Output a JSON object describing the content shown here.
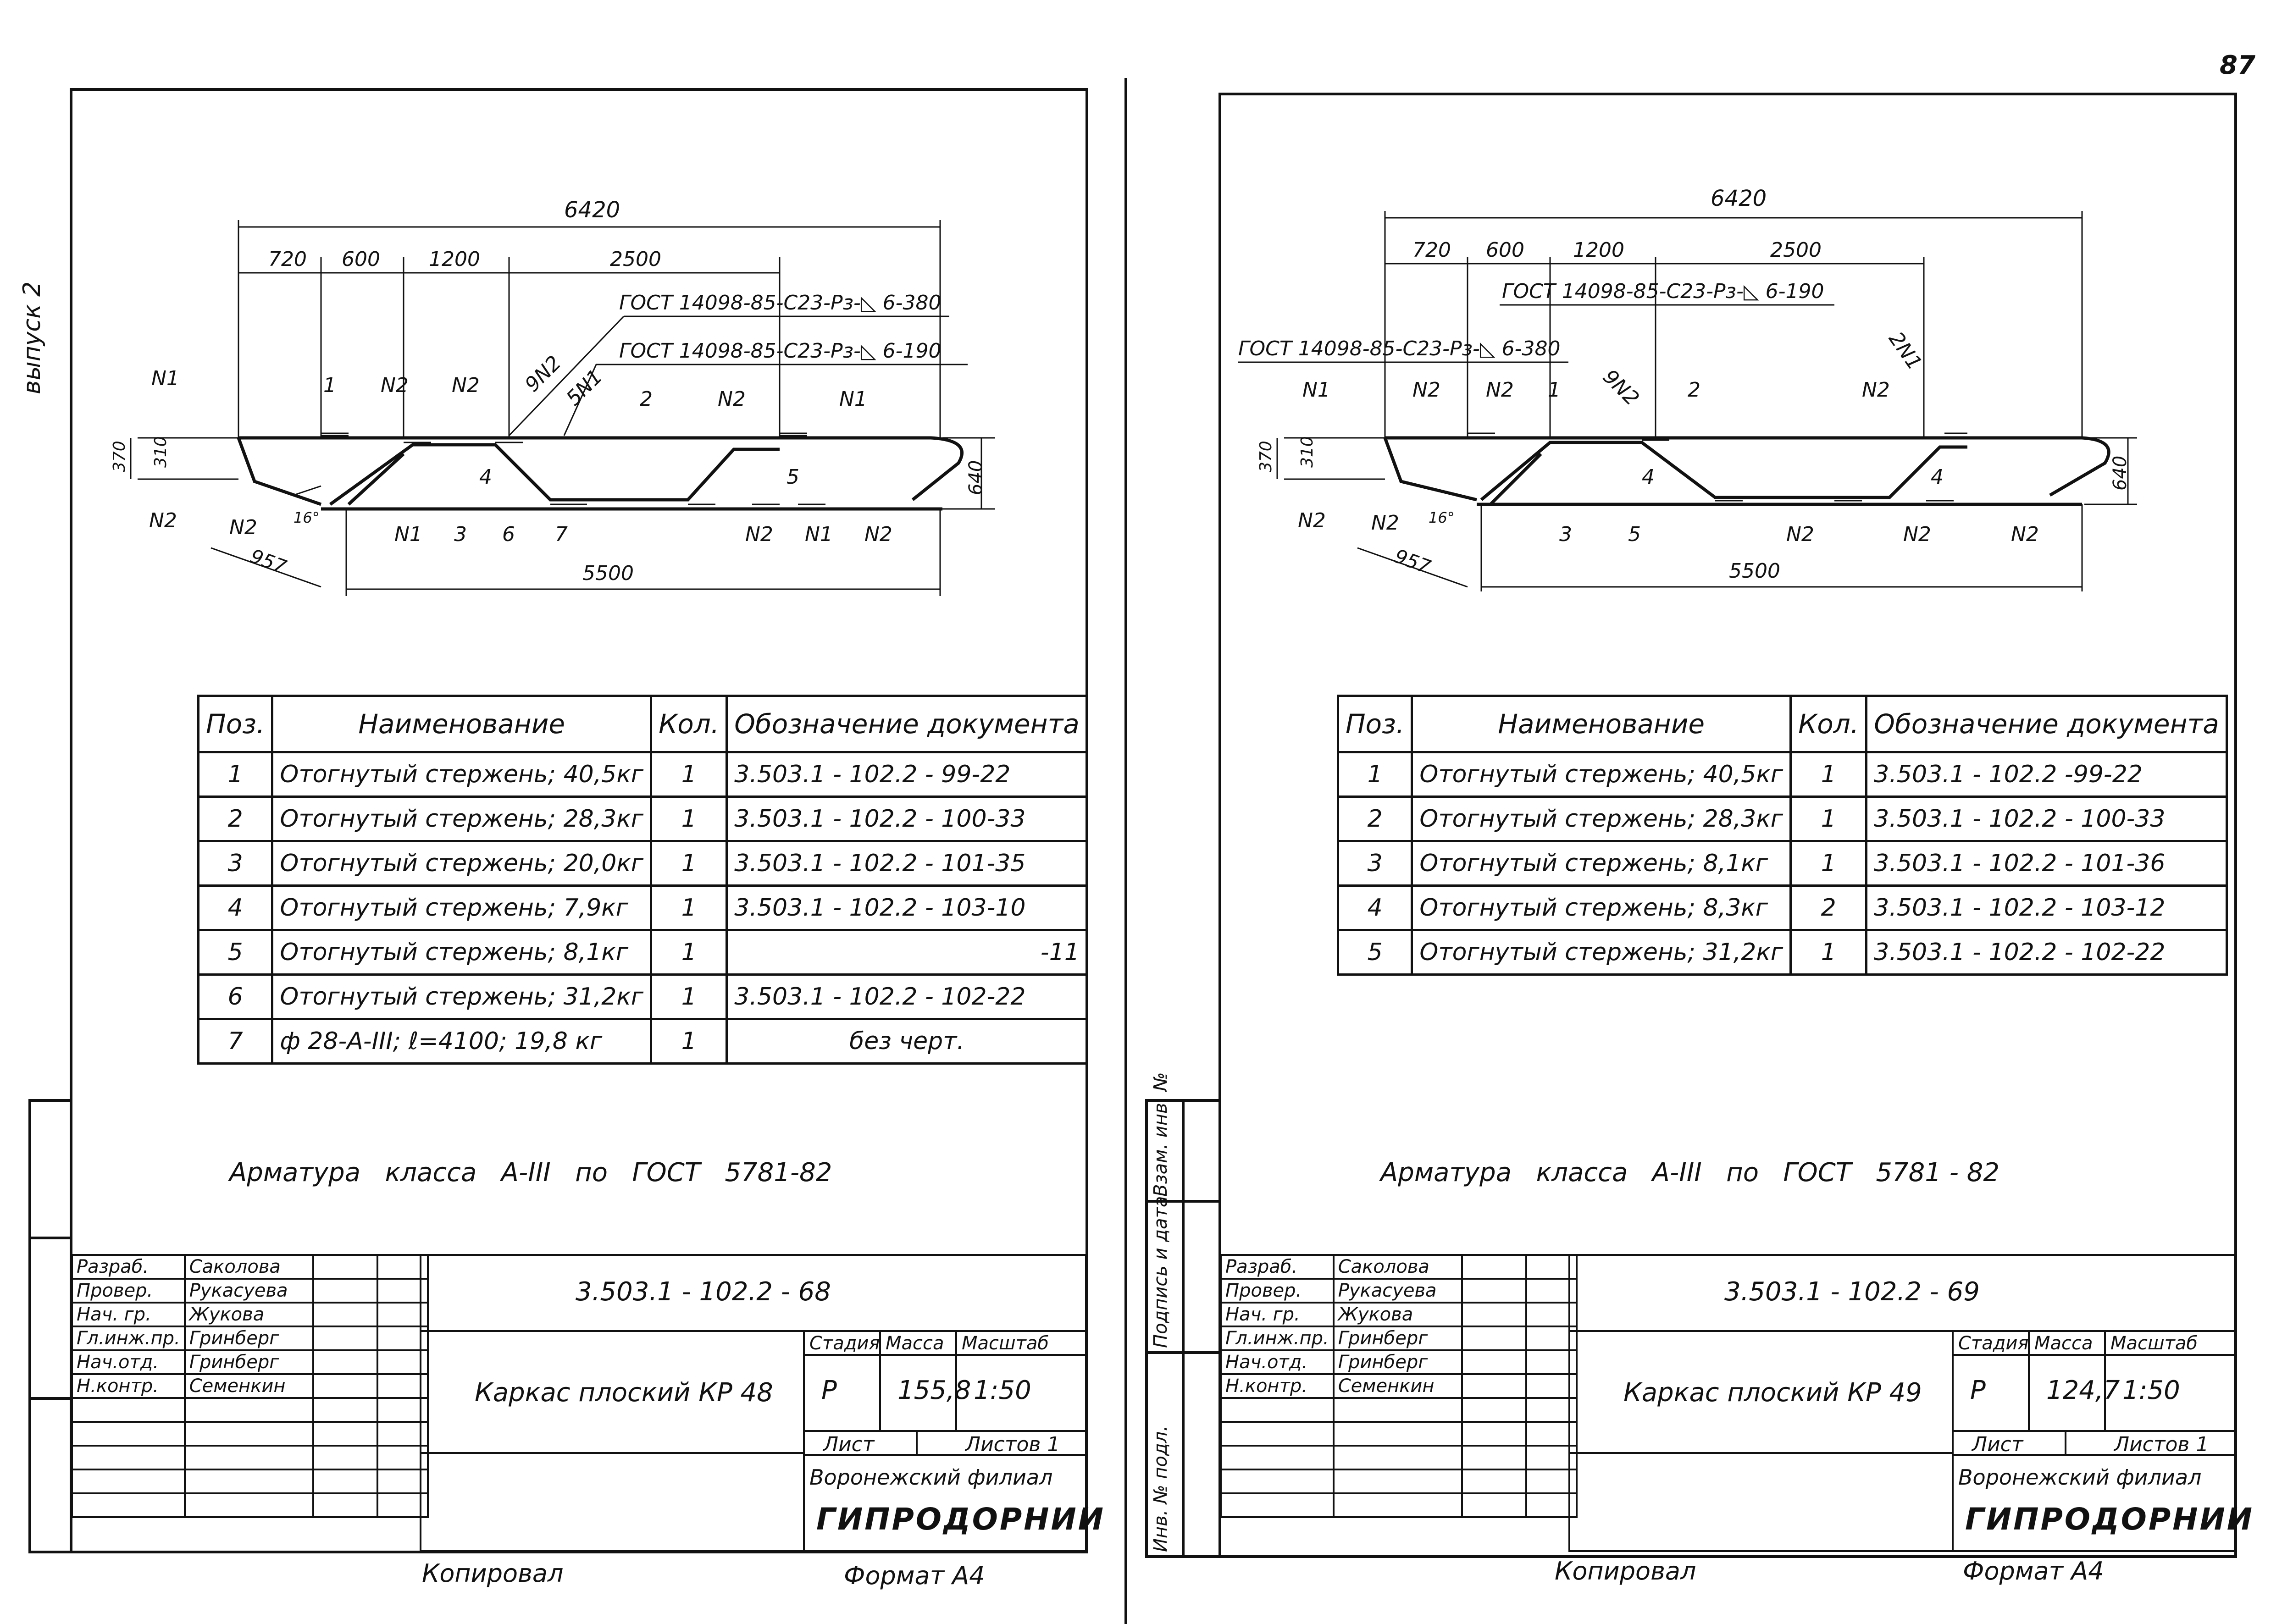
{
  "page_number": "87",
  "left_margin_note": "выпуск 2",
  "sheets": [
    {
      "id": "kr48",
      "dimensions": {
        "total": "6420",
        "d720": "720",
        "d600": "600",
        "d1200": "1200",
        "d2500": "2500",
        "h370": "370",
        "h310": "310",
        "h640": "640",
        "bottom": "5500",
        "diag": "957",
        "angle": "16°"
      },
      "gost_upper": "ГОСТ 14098-85-С23-Рз-◺ 6-380",
      "gost_lower": "ГОСТ 14098-85-С23-Рз-◺ 6-190",
      "callouts_top": [
        "N1",
        "1",
        "N2",
        "N2",
        "9N2",
        "5N1",
        "2",
        "N2",
        "N1"
      ],
      "callouts_bottom": [
        "N2",
        "N2",
        "N1",
        "3",
        "6",
        "7",
        "N2",
        "N1",
        "N2"
      ],
      "inner_labels": [
        "4",
        "5"
      ],
      "table": {
        "headers": [
          "Поз.",
          "Наименование",
          "Кол.",
          "Обозначение документа"
        ],
        "rows": [
          [
            "1",
            "Отогнутый стержень; 40,5кг",
            "1",
            "3.503.1 - 102.2 - 99-22"
          ],
          [
            "2",
            "Отогнутый стержень; 28,3кг",
            "1",
            "3.503.1 - 102.2 - 100-33"
          ],
          [
            "3",
            "Отогнутый стержень; 20,0кг",
            "1",
            "3.503.1 - 102.2 - 101-35"
          ],
          [
            "4",
            "Отогнутый стержень; 7,9кг",
            "1",
            "3.503.1 - 102.2 - 103-10"
          ],
          [
            "5",
            "Отогнутый стержень; 8,1кг",
            "1",
            "-11"
          ],
          [
            "6",
            "Отогнутый стержень; 31,2кг",
            "1",
            "3.503.1 - 102.2 - 102-22"
          ],
          [
            "7",
            "ф 28-А-III; ℓ=4100; 19,8 кг",
            "1",
            "без черт."
          ]
        ]
      },
      "note": "Арматура   класса   А-III   по   ГОСТ   5781-82",
      "title_block": {
        "roles": [
          "Разраб.",
          "Провер.",
          "Нач. гр.",
          "Гл.инж.пр.",
          "Нач.отд.",
          "Н.контр."
        ],
        "names": [
          "Саколова",
          "Рукасуева",
          "Жукова",
          "Гринберг",
          "Гринберг",
          "Семенкин"
        ],
        "code": "3.503.1 - 102.2 - 68",
        "title": "Каркас плоский КР 48",
        "stage_label": "Стадия",
        "mass_label": "Масса",
        "scale_label": "Масштаб",
        "stage": "Р",
        "mass": "155,8",
        "scale": "1:50",
        "sheet_label": "Лист",
        "sheets_label": "Листов 1",
        "org1": "Воронежский филиал",
        "org2": "ГИПРОДОРНИИ"
      },
      "copied": "Копировал",
      "format": "Формат А4"
    },
    {
      "id": "kr49",
      "dimensions": {
        "total": "6420",
        "d720": "720",
        "d600": "600",
        "d1200": "1200",
        "d2500": "2500",
        "h370": "370",
        "h310": "310",
        "h640": "640",
        "bottom": "5500",
        "diag": "957",
        "angle": "16°"
      },
      "gost_upper": "ГОСТ 14098-85-С23-Рз-◺ 6-190",
      "gost_lower": "ГОСТ 14098-85-С23-Рз-◺ 6-380",
      "callouts_top": [
        "N1",
        "N2",
        "N2",
        "1",
        "9N2",
        "2",
        "2N1",
        "N2"
      ],
      "callouts_bottom": [
        "N2",
        "N2",
        "3",
        "5",
        "N2",
        "N2",
        "N2"
      ],
      "inner_labels": [
        "4",
        "4"
      ],
      "table": {
        "headers": [
          "Поз.",
          "Наименование",
          "Кол.",
          "Обозначение документа"
        ],
        "rows": [
          [
            "1",
            "Отогнутый стержень; 40,5кг",
            "1",
            "3.503.1 - 102.2 -99-22"
          ],
          [
            "2",
            "Отогнутый стержень; 28,3кг",
            "1",
            "3.503.1 - 102.2 - 100-33"
          ],
          [
            "3",
            "Отогнутый стержень; 8,1кг",
            "1",
            "3.503.1 - 102.2 - 101-36"
          ],
          [
            "4",
            "Отогнутый стержень; 8,3кг",
            "2",
            "3.503.1 - 102.2 - 103-12"
          ],
          [
            "5",
            "Отогнутый стержень; 31,2кг",
            "1",
            "3.503.1 - 102.2 - 102-22"
          ]
        ]
      },
      "note": "Арматура   класса   А-III   по   ГОСТ   5781 - 82",
      "side_labels": [
        "Инв. № подл.",
        "Подпись и дата",
        "Взам. инв. №"
      ],
      "title_block": {
        "roles": [
          "Разраб.",
          "Провер.",
          "Нач. гр.",
          "Гл.инж.пр.",
          "Нач.отд.",
          "Н.контр."
        ],
        "names": [
          "Саколова",
          "Рукасуева",
          "Жукова",
          "Гринберг",
          "Гринберг",
          "Семенкин"
        ],
        "code": "3.503.1 - 102.2 - 69",
        "title": "Каркас плоский КР 49",
        "stage_label": "Стадия",
        "mass_label": "Масса",
        "scale_label": "Масштаб",
        "stage": "Р",
        "mass": "124,7",
        "scale": "1:50",
        "sheet_label": "Лист",
        "sheets_label": "Листов 1",
        "org1": "Воронежский филиал",
        "org2": "ГИПРОДОРНИИ"
      },
      "copied": "Копировал",
      "format": "Формат А4"
    }
  ]
}
